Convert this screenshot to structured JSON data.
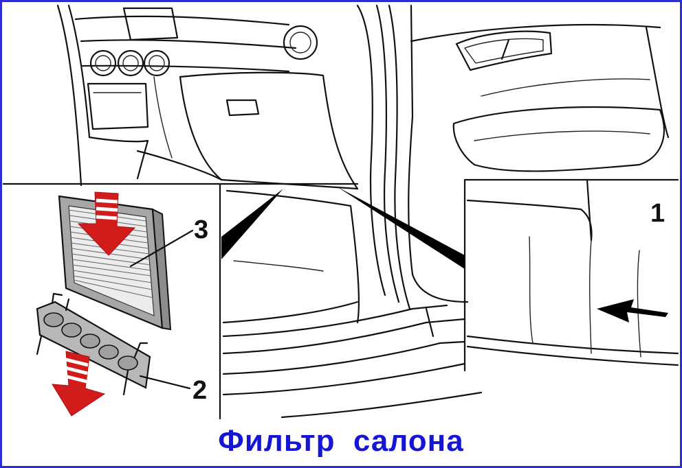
{
  "diagram": {
    "caption": "Фильтр  салона",
    "callouts": [
      {
        "id": "callout-1",
        "label": "1"
      },
      {
        "id": "callout-2",
        "label": "2"
      },
      {
        "id": "callout-3",
        "label": "3"
      }
    ],
    "colors": {
      "frame": "#2d2dcf",
      "caption": "#1515d6",
      "arrow_red": "#d21b1b",
      "filter_gray": "#a7a7a7",
      "lines": "#111111"
    },
    "icons": [
      "push-arrow-icon",
      "insert-arrow-icon",
      "remove-arrow-icon"
    ]
  }
}
